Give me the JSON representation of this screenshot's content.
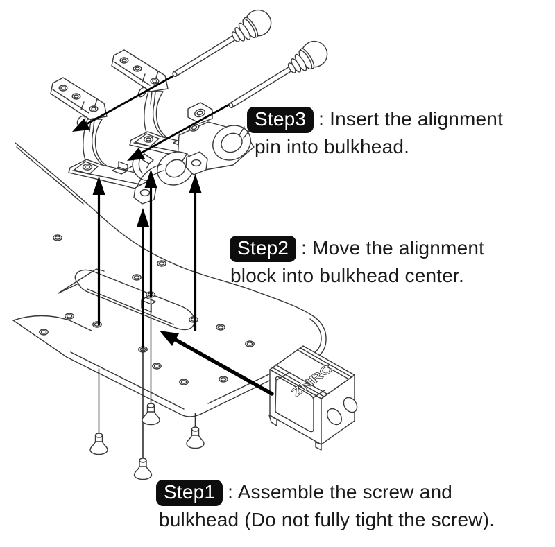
{
  "steps": [
    {
      "badge": "Step1",
      "line1": ": Assemble the screw and",
      "line2": "bulkhead (Do not fully tight the screw)."
    },
    {
      "badge": "Step2",
      "line1": ": Move the alignment",
      "line2": "block into bulkhead center."
    },
    {
      "badge": "Step3",
      "line1": ": Insert the alignment",
      "line2": "pin into bulkhead."
    }
  ],
  "block_logo": "ZNRC",
  "colors": {
    "background": "#ffffff",
    "line_art": "#383838",
    "arrow": "#000000",
    "badge_bg": "#0d0d0d",
    "badge_text": "#ffffff",
    "body_text": "#1a1a1a"
  }
}
